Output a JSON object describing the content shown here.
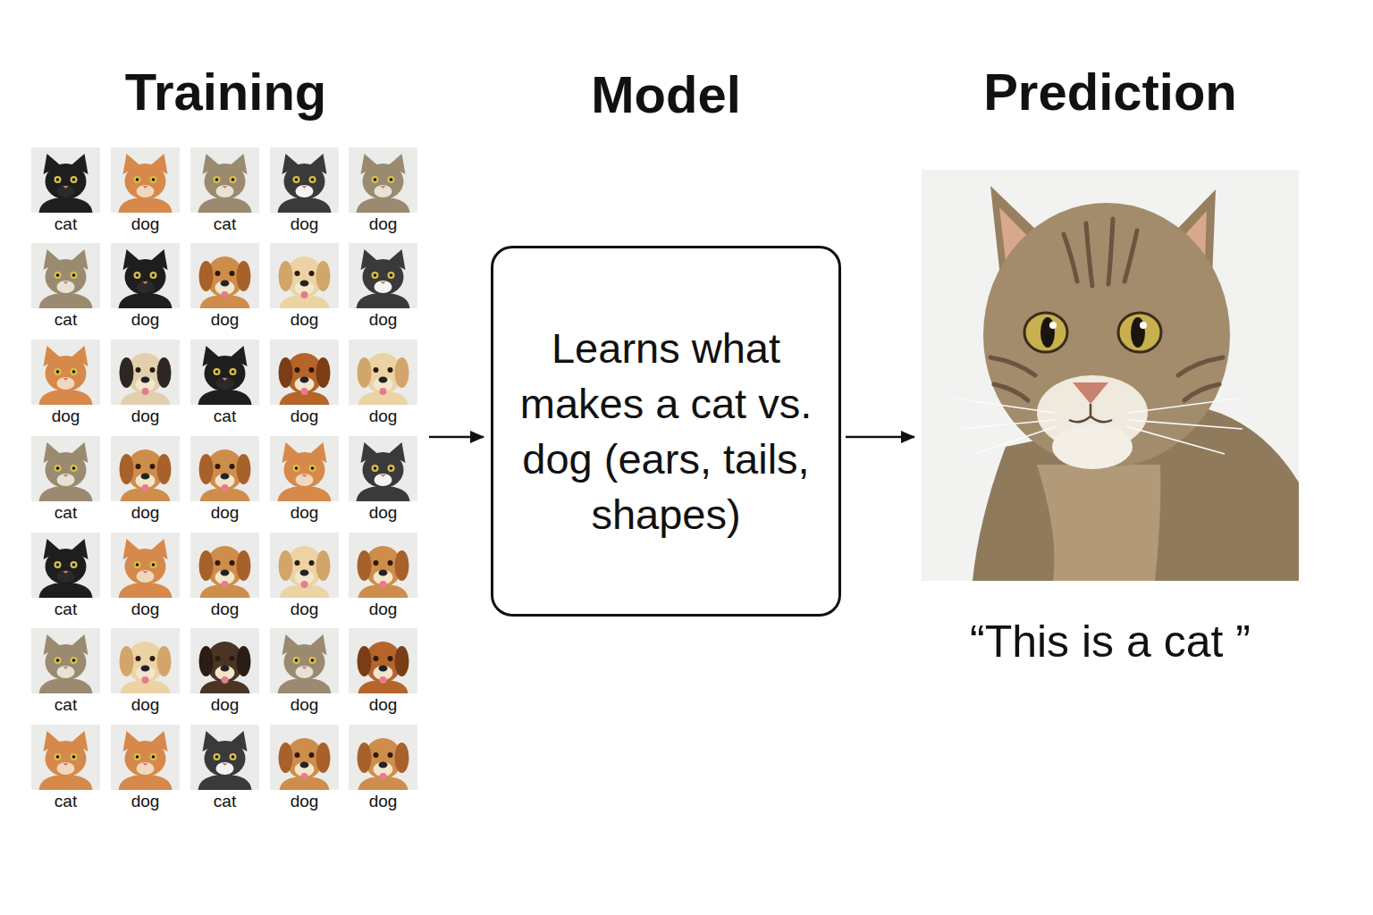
{
  "diagram": {
    "nodes": [
      {
        "text": [
          "Training"
        ]
      },
      {
        "text": [
          "cat"
        ],
        "in": 0
      },
      {
        "text": [
          "dog"
        ],
        "in": 0
      },
      {
        "text": [
          "cat"
        ],
        "in": 0
      },
      {
        "text": [
          "dog"
        ],
        "in": 0
      },
      {
        "text": [
          "dog"
        ],
        "in": 0
      },
      {
        "text": [
          "cat"
        ],
        "in": 0
      },
      {
        "text": [
          "dog"
        ],
        "in": 0
      },
      {
        "text": [
          "dog"
        ],
        "in": 0
      },
      {
        "text": [
          "dog"
        ],
        "in": 0
      },
      {
        "text": [
          "dog"
        ],
        "in": 0
      },
      {
        "text": [
          "dog"
        ],
        "in": 0
      },
      {
        "text": [
          "dog"
        ],
        "in": 0
      },
      {
        "text": [
          "cat"
        ],
        "in": 0
      },
      {
        "text": [
          "dog"
        ],
        "in": 0
      },
      {
        "text": [
          "dog"
        ],
        "in": 0
      },
      {
        "text": [
          "cat"
        ],
        "in": 0
      },
      {
        "text": [
          "dog"
        ],
        "in": 0
      },
      {
        "text": [
          "dog"
        ],
        "in": 0
      },
      {
        "text": [
          "dog"
        ],
        "in": 0
      },
      {
        "text": [
          "dog"
        ],
        "in": 0
      },
      {
        "text": [
          "cat"
        ],
        "in": 0
      },
      {
        "text": [
          "dog"
        ],
        "in": 0
      },
      {
        "text": [
          "dog"
        ],
        "in": 0
      },
      {
        "text": [
          "dog"
        ],
        "in": 0
      },
      {
        "text": [
          "dog"
        ],
        "in": 0
      },
      {
        "text": [
          "cat"
        ],
        "in": 0
      },
      {
        "text": [
          "dog"
        ],
        "in": 0
      },
      {
        "text": [
          "dog"
        ],
        "in": 0
      },
      {
        "text": [
          "dog"
        ],
        "in": 0
      },
      {
        "text": [
          "dog"
        ],
        "in": 0
      },
      {
        "text": [
          "cat"
        ],
        "in": 0
      },
      {
        "text": [
          "dog"
        ],
        "in": 0
      },
      {
        "text": [
          "cat"
        ],
        "in": 0
      },
      {
        "text": [
          "dog"
        ],
        "in": 0
      },
      {
        "text": [
          "dog"
        ],
        "in": 0
      },
      {
        "text": [
          "Model",
          "Learns what makes a cat vs. dog (ears, tails, shapes)"
        ]
      },
      {
        "text": [
          "Prediction",
          "“This is a cat ”"
        ]
      }
    ],
    "edges": [
      {
        "from": 0,
        "to": 36,
        "arrow": "to"
      },
      {
        "from": 36,
        "to": 37,
        "arrow": "to"
      }
    ]
  }
}
